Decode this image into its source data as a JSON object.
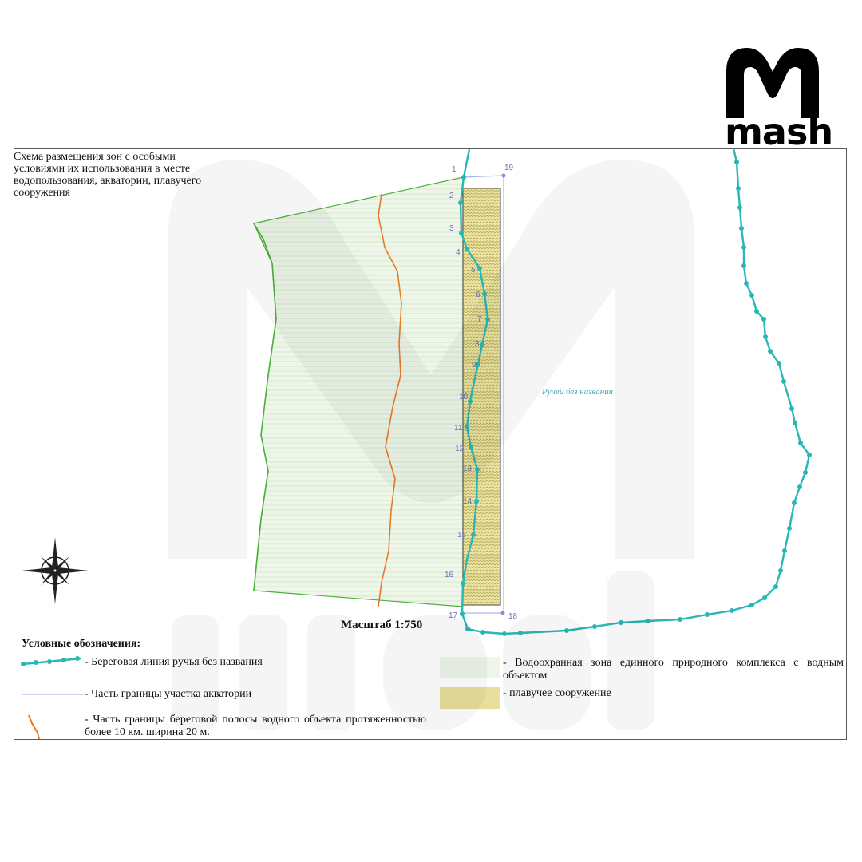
{
  "title": "Схема размещения зон с особыми условиями их использования в месте водопользования, акватории, плавучего сооружения",
  "scale_label": "Масштаб 1:750",
  "stream_label": "Ручей без названия",
  "point_labels": [
    "1",
    "2",
    "3",
    "4",
    "5",
    "6",
    "7",
    "8",
    "9",
    "10",
    "11",
    "12",
    "13",
    "14",
    "15",
    "16",
    "17",
    "18",
    "19"
  ],
  "legend": {
    "title": "Условные обозначения:",
    "items": [
      {
        "text": "- Береговая линия ручья без названия"
      },
      {
        "text": "- Часть границы участка акватории"
      },
      {
        "text": "- Часть границы береговой полосы водного объекта протяженностью более 10 км. ширина 20 м."
      },
      {
        "text": "- Водоохранная зона единного природного комплекса с водным объектом"
      },
      {
        "text": "- плавучее сооружение"
      }
    ]
  },
  "logo": {
    "text": "mash"
  },
  "colors": {
    "shoreline": "#29b7b5",
    "aquatory_boundary": "#a9b6e8",
    "coastal_strip": "#e87a26",
    "water_zone": "#4caf3a",
    "water_zone_fill": "#e2f2dc",
    "floating_structure": "#e7df9b",
    "point_labels": "#6a6fb8"
  }
}
